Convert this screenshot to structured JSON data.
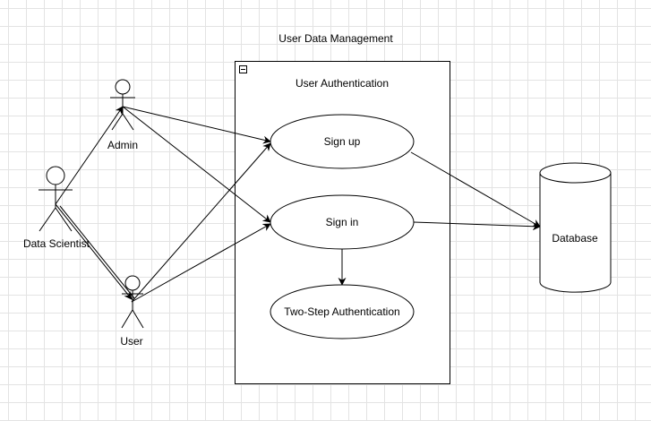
{
  "diagram": {
    "title": "User Data Management",
    "boundary": {
      "title": "User Authentication",
      "collapse_glyph": "minus-box-icon"
    },
    "actors": {
      "admin": "Admin",
      "data_scientist": "Data Scientist",
      "user": "User"
    },
    "use_cases": {
      "signup": "Sign up",
      "signin": "Sign in",
      "two_step": "Two-Step Authentication"
    },
    "database": "Database",
    "relations": [
      {
        "from": "Admin",
        "to": "Sign up"
      },
      {
        "from": "Admin",
        "to": "Sign in"
      },
      {
        "from": "User",
        "to": "Sign up"
      },
      {
        "from": "User",
        "to": "Sign in"
      },
      {
        "from": "Data Scientist",
        "to": "Admin",
        "type": "generalization"
      },
      {
        "from": "Data Scientist",
        "to": "User",
        "type": "generalization"
      },
      {
        "from": "Sign up",
        "to": "Database"
      },
      {
        "from": "Sign in",
        "to": "Database"
      },
      {
        "from": "Sign in",
        "to": "Two-Step Authentication"
      }
    ]
  }
}
